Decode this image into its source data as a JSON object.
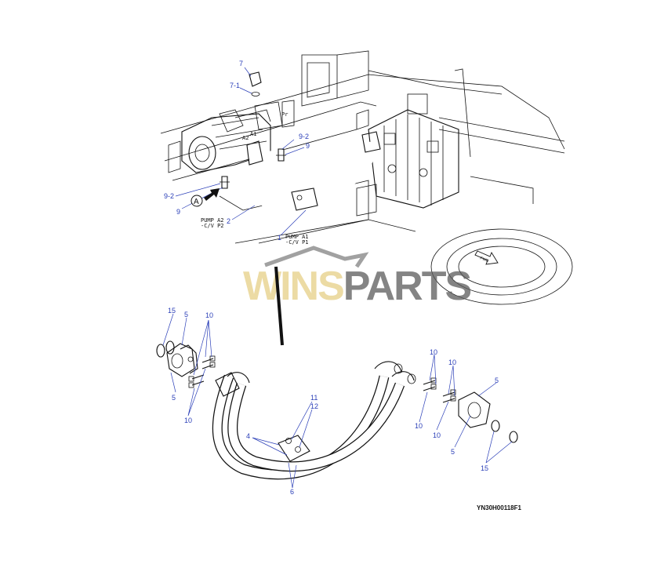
{
  "drawing_code": "YN30H00118F1",
  "watermark": {
    "part1": "WINS",
    "part2": "PARTS"
  },
  "view_marker": "A",
  "fwd_label": "FWD",
  "top_callouts": [
    {
      "id": "t7",
      "text": "7"
    },
    {
      "id": "t7-1",
      "text": "7-1"
    },
    {
      "id": "t9-2a",
      "text": "9-2"
    },
    {
      "id": "t9a",
      "text": "9"
    },
    {
      "id": "t9-2b",
      "text": "9-2"
    },
    {
      "id": "t9b",
      "text": "9"
    },
    {
      "id": "t2",
      "text": "2"
    },
    {
      "id": "t1",
      "text": "1"
    }
  ],
  "port_labels": {
    "a2": "A2",
    "a1": "A1",
    "pr": "Pr"
  },
  "hose_labels": {
    "pump_a2": "PUMP A2",
    "cv_p2": "-C/V P2",
    "pump_a1": "PUMP A1",
    "cv_p1": "-C/V P1"
  },
  "bottom_callouts": [
    {
      "id": "b15a",
      "text": "15"
    },
    {
      "id": "b5a",
      "text": "5"
    },
    {
      "id": "b10a",
      "text": "10"
    },
    {
      "id": "b5b",
      "text": "5"
    },
    {
      "id": "b10b",
      "text": "10"
    },
    {
      "id": "b11",
      "text": "11"
    },
    {
      "id": "b12",
      "text": "12"
    },
    {
      "id": "b4",
      "text": "4"
    },
    {
      "id": "b6",
      "text": "6"
    },
    {
      "id": "b10c",
      "text": "10"
    },
    {
      "id": "b10d",
      "text": "10"
    },
    {
      "id": "b10e",
      "text": "10"
    },
    {
      "id": "b10f",
      "text": "10"
    },
    {
      "id": "b5c",
      "text": "5"
    },
    {
      "id": "b5d",
      "text": "5"
    },
    {
      "id": "b15b",
      "text": "15"
    }
  ],
  "colors": {
    "callout": "#2b3fb8",
    "line": "#111111",
    "watermark_gold": "#e6cf86",
    "watermark_grey": "#5b5b5b"
  }
}
